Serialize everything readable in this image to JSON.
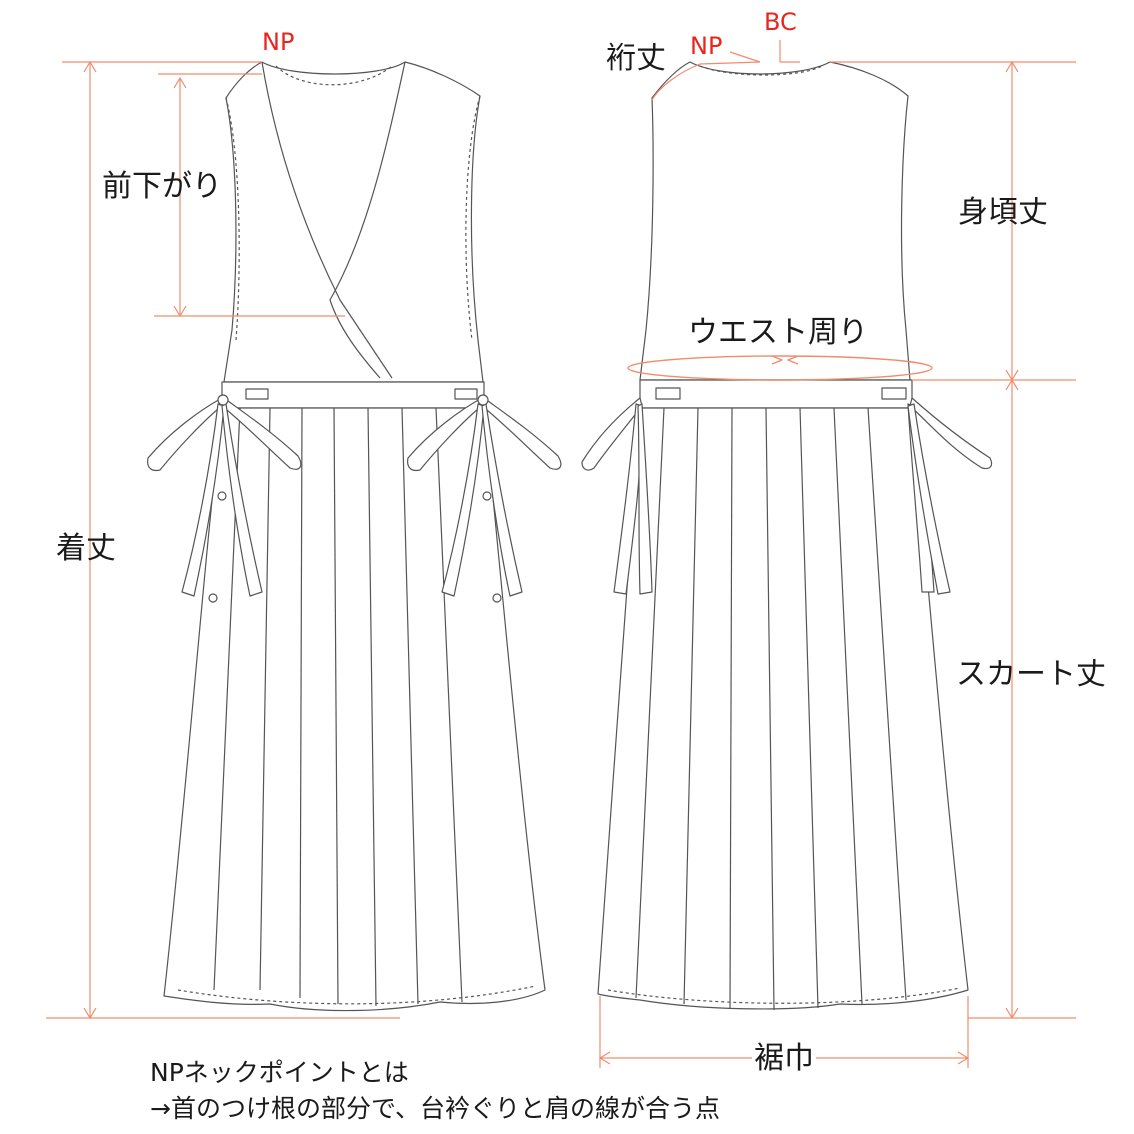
{
  "labels": {
    "np_front": "NP",
    "np_back": "NP",
    "bc": "BC",
    "yuki": "裄丈",
    "mae_sagari": "前下がり",
    "migoro_take": "身頃丈",
    "waist": "ウエスト周り",
    "kitake": "着丈",
    "skirt_take": "スカート丈",
    "susohaba": "裾巾"
  },
  "note": {
    "line1": "NPネックポイントとは",
    "line2": "→首のつけ根の部分で、台衿ぐりと肩の線が合う点"
  },
  "colors": {
    "measure_line": "#f08c6c",
    "accent_red": "#e8261d",
    "garment_line": "#555555",
    "fill": "#ffffff"
  }
}
